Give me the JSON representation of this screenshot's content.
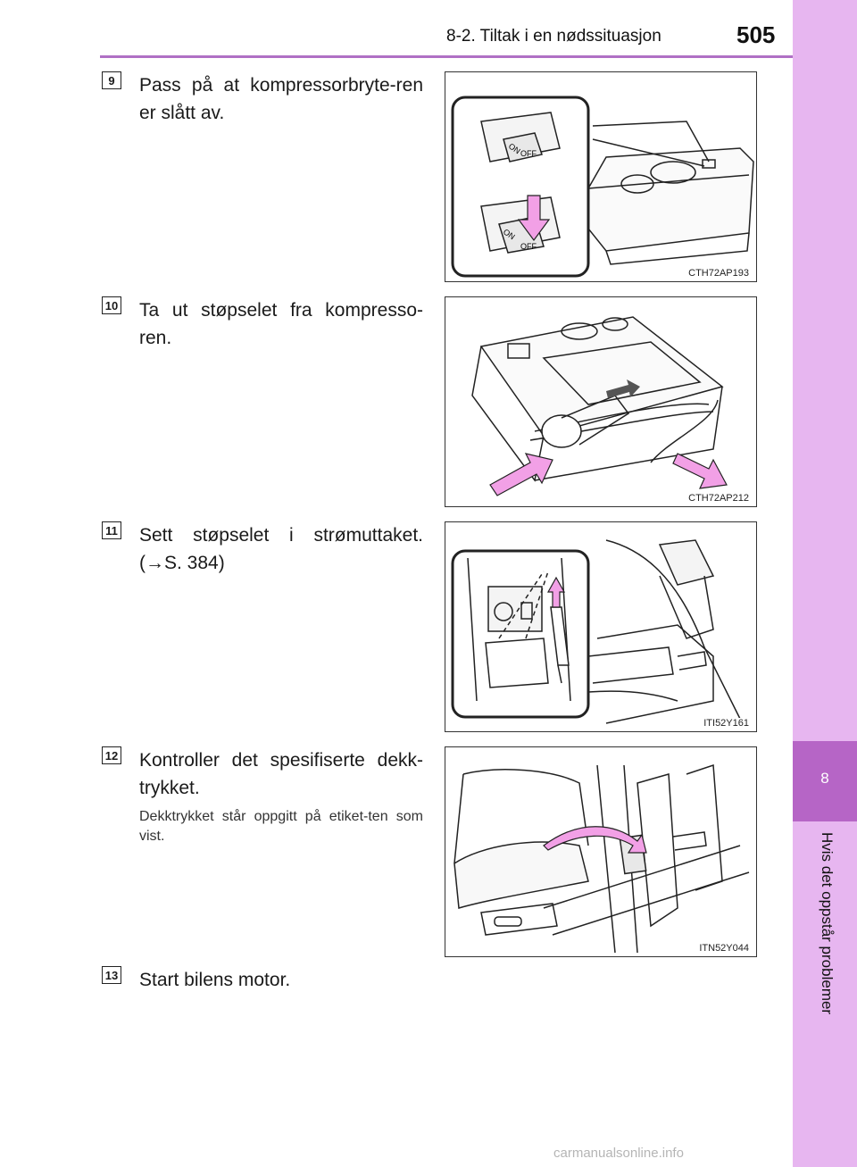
{
  "header": {
    "section": "8-2. Tiltak i en nødssituasjon",
    "page_number": "505"
  },
  "sidebar": {
    "chapter_number": "8",
    "chapter_title": "Hvis det oppstår problemer"
  },
  "steps": [
    {
      "number": "9",
      "text": "Pass på at kompressorbryte-ren er slått av.",
      "note": "",
      "figure_code": "CTH72AP193"
    },
    {
      "number": "10",
      "text": "Ta ut støpselet fra kompresso-ren.",
      "note": "",
      "figure_code": "CTH72AP212"
    },
    {
      "number": "11",
      "text": "Sett støpselet i strømuttaket. (→S. 384)",
      "note": "",
      "figure_code": "ITI52Y161"
    },
    {
      "number": "12",
      "text": "Kontroller det spesifiserte dekk-trykket.",
      "note": "Dekktrykket står oppgitt på etiket-ten som vist.",
      "figure_code": "ITN52Y044"
    },
    {
      "number": "13",
      "text": "Start bilens motor.",
      "note": "",
      "figure_code": ""
    }
  ],
  "figure1": {
    "switch_on": "ON",
    "switch_off": "OFF"
  },
  "watermark": "carmanualsonline.info",
  "colors": {
    "accent": "#b665c6",
    "sidebar": "#e7b6f0",
    "arrow": "#f2a0e6"
  }
}
